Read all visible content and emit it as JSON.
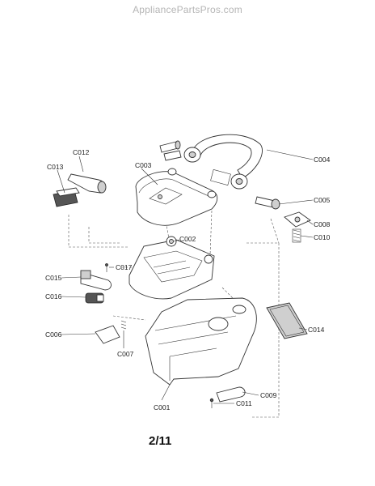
{
  "watermark": "AppliancePartsPros.com",
  "page_number": "2/11",
  "labels": {
    "c001": "C001",
    "c002": "C002",
    "c003": "C003",
    "c004": "C004",
    "c005": "C005",
    "c006": "C006",
    "c007": "C007",
    "c008": "C008",
    "c009": "C009",
    "c010": "C010",
    "c011": "C011",
    "c012": "C012",
    "c013": "C013",
    "c014": "C014",
    "c015": "C015",
    "c016": "C016",
    "c017": "C017"
  }
}
